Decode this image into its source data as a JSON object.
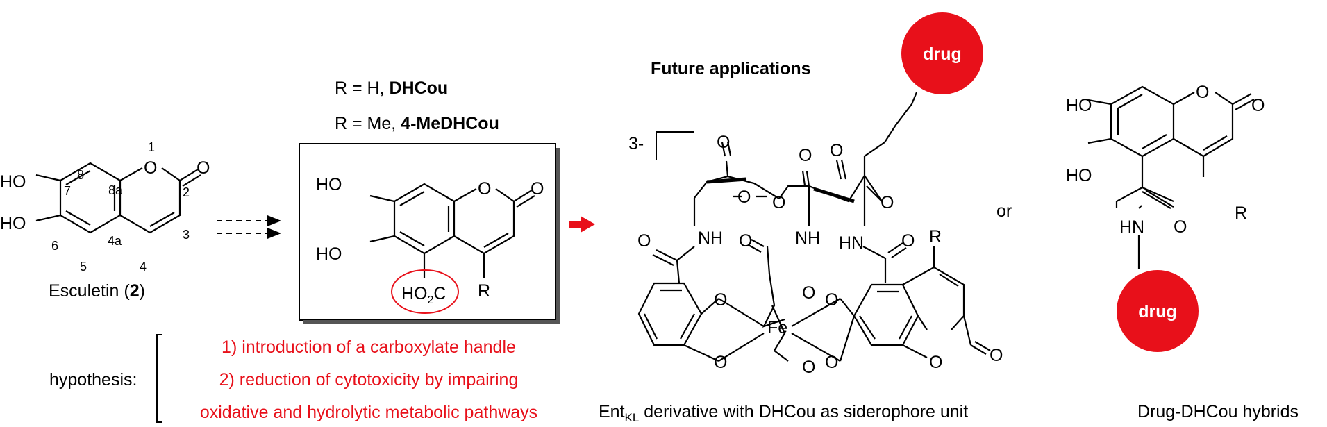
{
  "esculetin": {
    "oh_top": "HO",
    "oh_bottom": "HO",
    "o1": "O",
    "carbonyl_o": "O",
    "numbers": [
      "1",
      "2",
      "3",
      "4",
      "4a",
      "5",
      "6",
      "7",
      "8",
      "8a"
    ],
    "name_prefix": "Esculetin (",
    "name_number": "2",
    "name_suffix": ")"
  },
  "analogs": {
    "line1_prefix": "R = H, ",
    "line1_bold": "DHCou",
    "line2_prefix": "R = Me, ",
    "line2_bold": "4-MeDHCou",
    "oh_top": "HO",
    "oh_bottom": "HO",
    "ring_o": "O",
    "carbonyl_o": "O",
    "acid_prefix": "HO",
    "acid_sub": "2",
    "acid_suffix": "C",
    "r_group": "R"
  },
  "hypothesis": {
    "label": "hypothesis:",
    "item1": "1) introduction of a carboxylate handle",
    "item2": "2) reduction of cytotoxicity by impairing",
    "item3": "oxidative and hydrolytic metabolic pathways"
  },
  "future": {
    "title": "Future applications",
    "drug_label": "drug",
    "charge": "3-",
    "metal": "Fe",
    "atom_o": "O",
    "nh": "NH",
    "hn": "HN",
    "r_group": "R",
    "or_text": "or",
    "caption_prefix": "Ent",
    "caption_sub": "KL",
    "caption_suffix": " derivative with DHCou as siderophore unit"
  },
  "hybrid": {
    "oh_top": "HO",
    "oh_bottom": "HO",
    "ring_o": "O",
    "carbonyl_o": "O",
    "amide_o": "O",
    "hn": "HN",
    "r_group": "R",
    "drug_label": "drug",
    "caption": "Drug-DHCou hybrids"
  },
  "colors": {
    "accent_red": "#e8101a",
    "ink": "#000000"
  }
}
